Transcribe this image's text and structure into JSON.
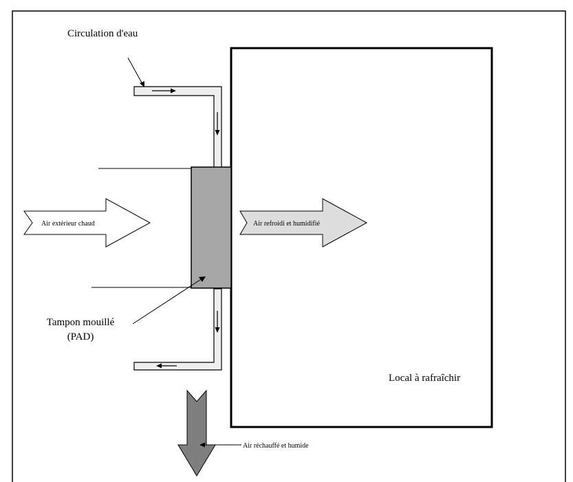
{
  "labels": {
    "water_circulation": "Circulation d'eau",
    "hot_outside_air": "Air extérieur chaud",
    "cooled_humidified_air": "Air refroidi et humidifié",
    "wet_pad_line1": "Tampon mouillé",
    "wet_pad_line2": "(PAD)",
    "room_to_cool": "Local à rafraîchir",
    "warm_humid_air": "Air réchauffé et humide"
  },
  "colors": {
    "line": "#000000",
    "pipe_fill": "#eeeeee",
    "pad_fill": "#a6a6a6",
    "hot_air_arrow": "#ffffff",
    "cool_air_arrow": "#dddddd",
    "exhaust_arrow": "#7f7f7f"
  }
}
